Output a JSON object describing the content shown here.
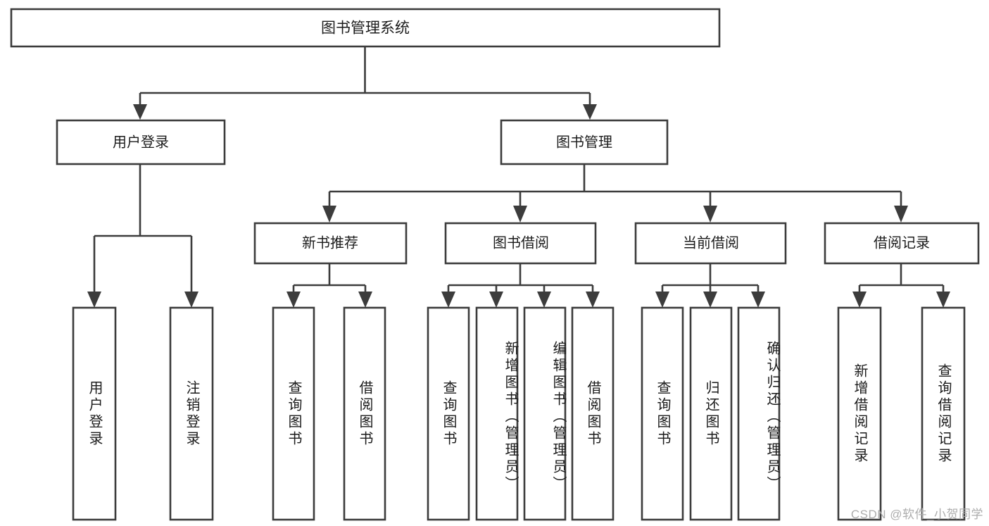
{
  "diagram": {
    "type": "tree",
    "title": "图书管理系统",
    "root": {
      "label": "图书管理系统"
    },
    "level1": [
      {
        "label": "用户登录"
      },
      {
        "label": "图书管理"
      }
    ],
    "level2": [
      {
        "label": "新书推荐"
      },
      {
        "label": "图书借阅"
      },
      {
        "label": "当前借阅"
      },
      {
        "label": "借阅记录"
      }
    ],
    "leaves": [
      {
        "label": "用户登录",
        "parent": "用户登录"
      },
      {
        "label": "注销登录",
        "parent": "用户登录"
      },
      {
        "label": "查询图书",
        "parent": "新书推荐"
      },
      {
        "label": "借阅图书",
        "parent": "新书推荐"
      },
      {
        "label": "查询图书",
        "parent": "图书借阅"
      },
      {
        "label": "新增图书（管理员）",
        "parent": "图书借阅"
      },
      {
        "label": "编辑图书（管理员）",
        "parent": "图书借阅"
      },
      {
        "label": "借阅图书",
        "parent": "图书借阅"
      },
      {
        "label": "查询图书",
        "parent": "当前借阅"
      },
      {
        "label": "归还图书",
        "parent": "当前借阅"
      },
      {
        "label": "确认归还（管理员）",
        "parent": "当前借阅"
      },
      {
        "label": "新增借阅记录",
        "parent": "借阅记录"
      },
      {
        "label": "查询借阅记录",
        "parent": "借阅记录"
      }
    ]
  },
  "watermark": {
    "text": "CSDN @软件_小贺同学"
  },
  "colors": {
    "stroke": "#3c3c3c",
    "fill": "#ffffff",
    "text": "#1b1b1b",
    "watermark": "#adadad",
    "background": "#ffffff"
  }
}
